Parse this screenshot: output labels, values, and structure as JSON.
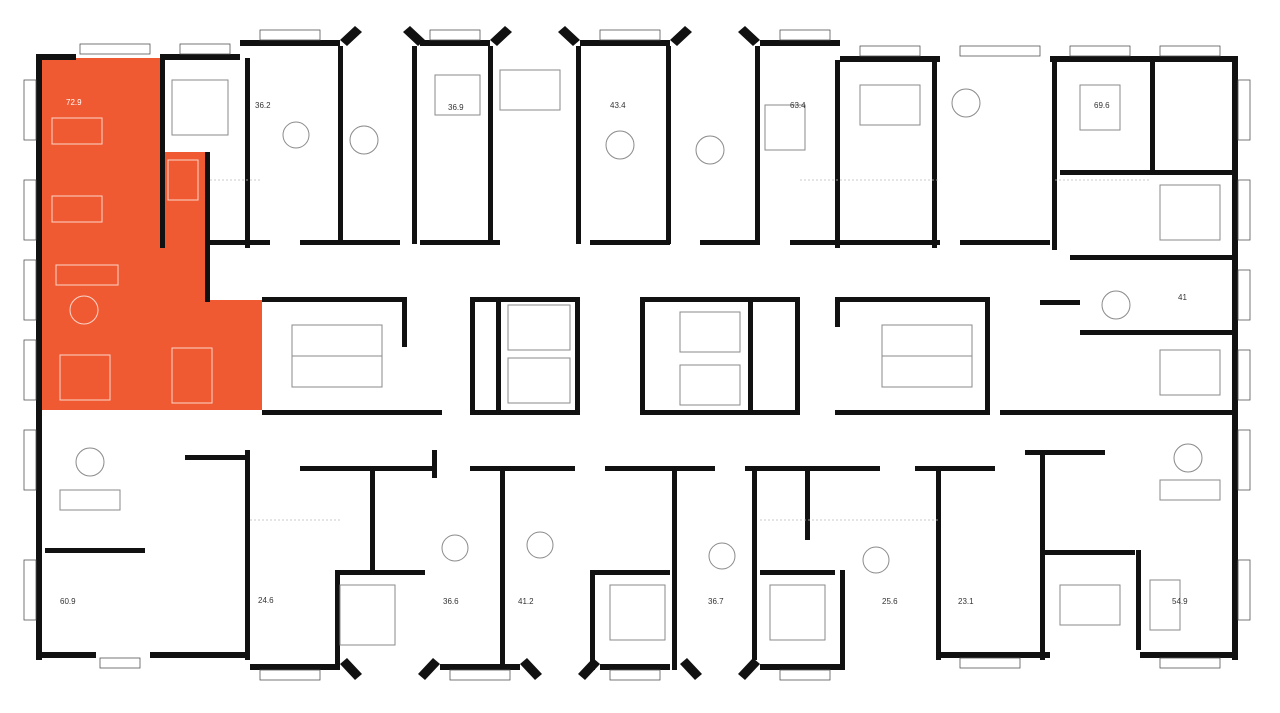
{
  "floor_plan": {
    "highlight_color": "#f05a32",
    "units": [
      {
        "id": "u1",
        "area": "72.9",
        "highlighted": true
      },
      {
        "id": "u2",
        "area": "36.2"
      },
      {
        "id": "u3",
        "area": "36.9"
      },
      {
        "id": "u4",
        "area": "43.4"
      },
      {
        "id": "u5",
        "area": "63.4"
      },
      {
        "id": "u6",
        "area": "69.6"
      },
      {
        "id": "u7",
        "area": "41"
      },
      {
        "id": "u8",
        "area": "60.9"
      },
      {
        "id": "u9",
        "area": "24.6"
      },
      {
        "id": "u10",
        "area": "36.6"
      },
      {
        "id": "u11",
        "area": "41.2"
      },
      {
        "id": "u12",
        "area": "36.7"
      },
      {
        "id": "u13",
        "area": "25.6"
      },
      {
        "id": "u14",
        "area": "23.1"
      },
      {
        "id": "u15",
        "area": "54.9"
      }
    ]
  }
}
